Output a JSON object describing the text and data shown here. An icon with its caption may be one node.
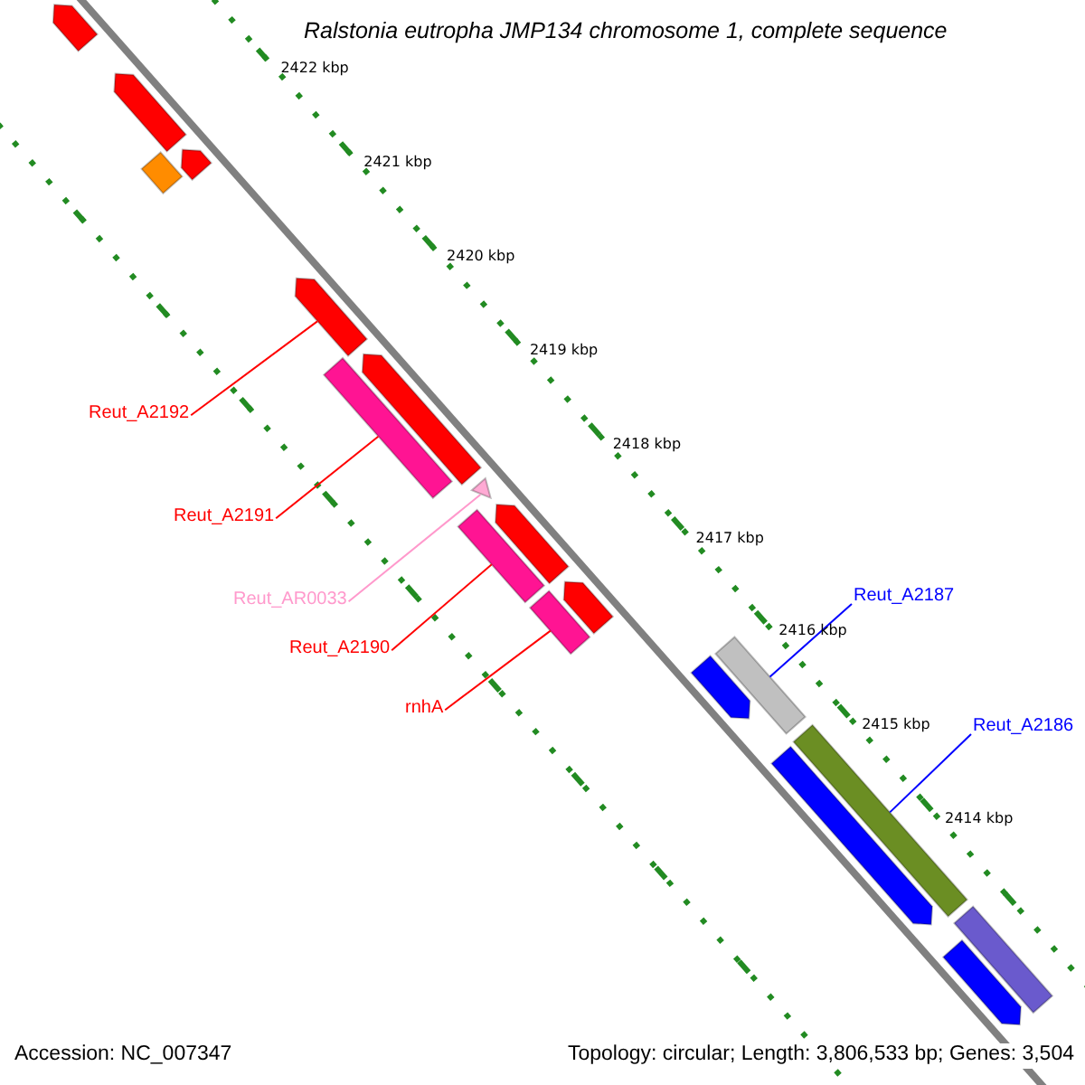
{
  "diagram": {
    "title": "Ralstonia eutropha JMP134 chromosome 1, complete sequence",
    "nodes": [
      {
        "text": [],
        "shape": "arrow"
      },
      {
        "text": [],
        "shape": "arrow"
      },
      {
        "text": [],
        "shape": "arrow"
      },
      {
        "text": [],
        "shape": "bar"
      },
      {
        "text": [],
        "shape": "arrow"
      },
      {
        "text": [],
        "shape": "bar"
      },
      {
        "text": [],
        "shape": "arrow"
      },
      {
        "text": [],
        "shape": "triangle"
      },
      {
        "text": [],
        "shape": "bar"
      },
      {
        "text": [],
        "shape": "arrow"
      },
      {
        "text": [],
        "shape": "bar"
      },
      {
        "text": [],
        "shape": "arrow"
      },
      {
        "text": [],
        "shape": "bar"
      },
      {
        "text": [],
        "shape": "arrow"
      },
      {
        "text": [],
        "shape": "bar"
      },
      {
        "text": [],
        "shape": "arrow"
      },
      {
        "text": [],
        "shape": "bar"
      },
      {
        "text": [],
        "shape": "arrow"
      },
      {
        "text": [
          "Reut_A2192"
        ]
      },
      {
        "text": [
          "Reut_A2191"
        ]
      },
      {
        "text": [
          "Reut_AR0033"
        ]
      },
      {
        "text": [
          "Reut_A2190"
        ]
      },
      {
        "text": [
          "rnhA"
        ]
      },
      {
        "text": [
          "Reut_A2187"
        ]
      },
      {
        "text": [
          "Reut_A2186"
        ]
      }
    ],
    "edges": [
      {
        "from": 18,
        "to": 4,
        "arrow": "none"
      },
      {
        "from": 19,
        "to": 5,
        "arrow": "none"
      },
      {
        "from": 20,
        "to": 7,
        "arrow": "none",
        "color": "#ff99cc"
      },
      {
        "from": 21,
        "to": 8,
        "arrow": "none"
      },
      {
        "from": 22,
        "to": 10,
        "arrow": "none"
      },
      {
        "from": 23,
        "to": 12,
        "arrow": "none",
        "color": "#0000ff"
      },
      {
        "from": 24,
        "to": 14,
        "arrow": "none",
        "color": "#0000ff"
      }
    ],
    "labels": [
      "2422 kbp",
      "2421 kbp",
      "2420 kbp",
      "2419 kbp",
      "2418 kbp",
      "2417 kbp",
      "2416 kbp",
      "2415 kbp",
      "2414 kbp",
      "Accession: NC_007347",
      "Topology: circular; Length: 3,806,533 bp; Genes: 3,504"
    ]
  }
}
